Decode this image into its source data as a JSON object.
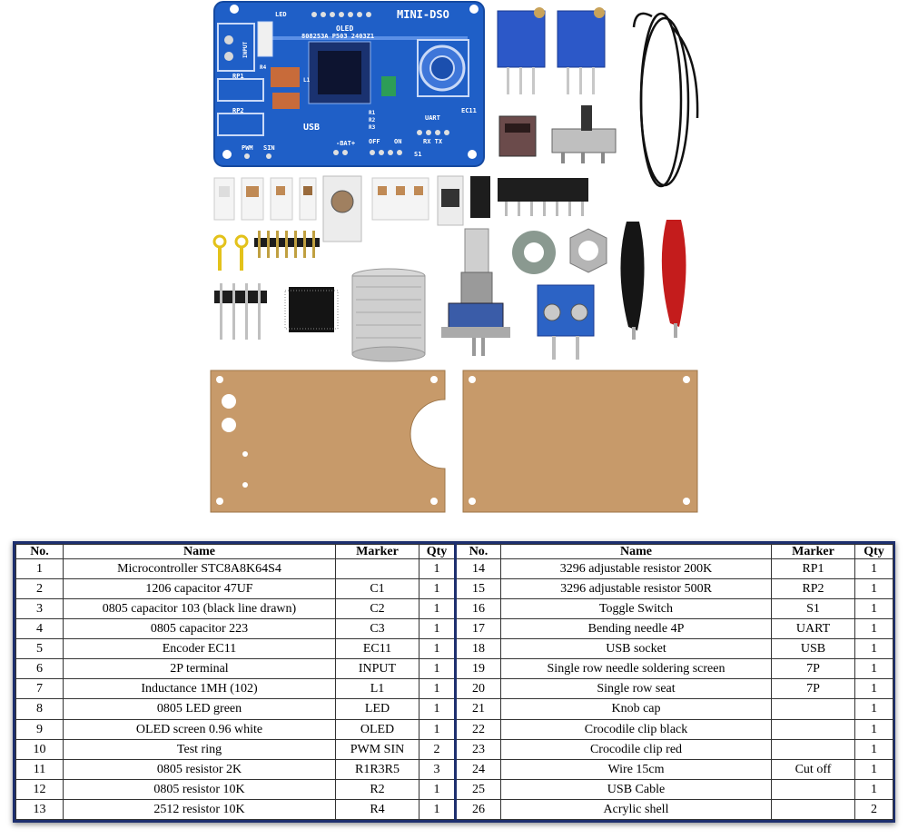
{
  "photo": {
    "pcb_labels": {
      "title": "MINI-DSO",
      "oled": "OLED",
      "chip_text": "808253A P503 2403Z1",
      "led": "LED",
      "input": "INPUT",
      "rp1": "RP1",
      "rp2": "RP2",
      "usb": "USB",
      "pwm": "PWM",
      "sin": "SIN",
      "bat": "-BAT+",
      "off": "OFF",
      "on": "ON",
      "s1": "S1",
      "uart": "UART",
      "rxtx": "RX TX",
      "ec11": "EC11",
      "r1": "R1",
      "r2": "R2",
      "r3": "R3",
      "r4": "R4",
      "l1": "L1"
    }
  },
  "table": {
    "headers": [
      "No.",
      "Name",
      "Marker",
      "Qty",
      "No.",
      "Name",
      "Marker",
      "Qty"
    ],
    "rows": [
      [
        "1",
        "Microcontroller STC8A8K64S4",
        "",
        "1",
        "14",
        "3296 adjustable resistor 200K",
        "RP1",
        "1"
      ],
      [
        "2",
        "1206 capacitor 47UF",
        "C1",
        "1",
        "15",
        "3296 adjustable resistor 500R",
        "RP2",
        "1"
      ],
      [
        "3",
        "0805 capacitor 103 (black line drawn)",
        "C2",
        "1",
        "16",
        "Toggle Switch",
        "S1",
        "1"
      ],
      [
        "4",
        "0805 capacitor 223",
        "C3",
        "1",
        "17",
        "Bending needle 4P",
        "UART",
        "1"
      ],
      [
        "5",
        "Encoder EC11",
        "EC11",
        "1",
        "18",
        "USB socket",
        "USB",
        "1"
      ],
      [
        "6",
        "2P terminal",
        "INPUT",
        "1",
        "19",
        "Single row needle soldering screen",
        "7P",
        "1"
      ],
      [
        "7",
        "Inductance 1MH (102)",
        "L1",
        "1",
        "20",
        "Single row seat",
        "7P",
        "1"
      ],
      [
        "8",
        "0805 LED green",
        "LED",
        "1",
        "21",
        "Knob cap",
        "",
        "1"
      ],
      [
        "9",
        "OLED screen 0.96 white",
        "OLED",
        "1",
        "22",
        "Crocodile clip black",
        "",
        "1"
      ],
      [
        "10",
        "Test ring",
        "PWM SIN",
        "2",
        "23",
        "Crocodile clip red",
        "",
        "1"
      ],
      [
        "11",
        "0805 resistor 2K",
        "R1R3R5",
        "3",
        "24",
        "Wire 15cm",
        "Cut off",
        "1"
      ],
      [
        "12",
        "0805 resistor 10K",
        "R2",
        "1",
        "25",
        "USB Cable",
        "",
        "1"
      ],
      [
        "13",
        "2512 resistor 10K",
        "R4",
        "1",
        "26",
        "Acrylic shell",
        "",
        "2"
      ]
    ]
  }
}
